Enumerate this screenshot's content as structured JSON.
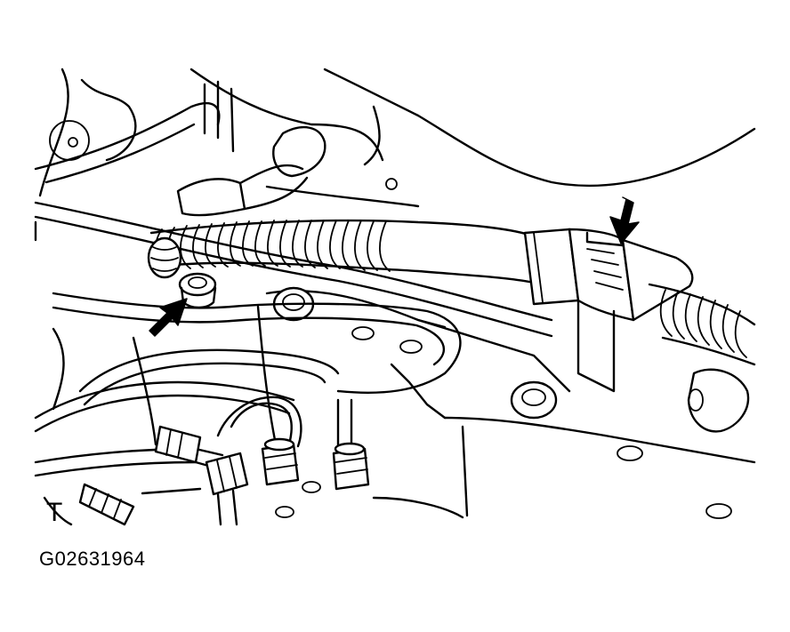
{
  "diagram": {
    "corner_label": "T",
    "figure_code": "G02631964",
    "arrow_count": 2
  },
  "colors": {
    "ink": "#000000",
    "paper": "#ffffff"
  }
}
